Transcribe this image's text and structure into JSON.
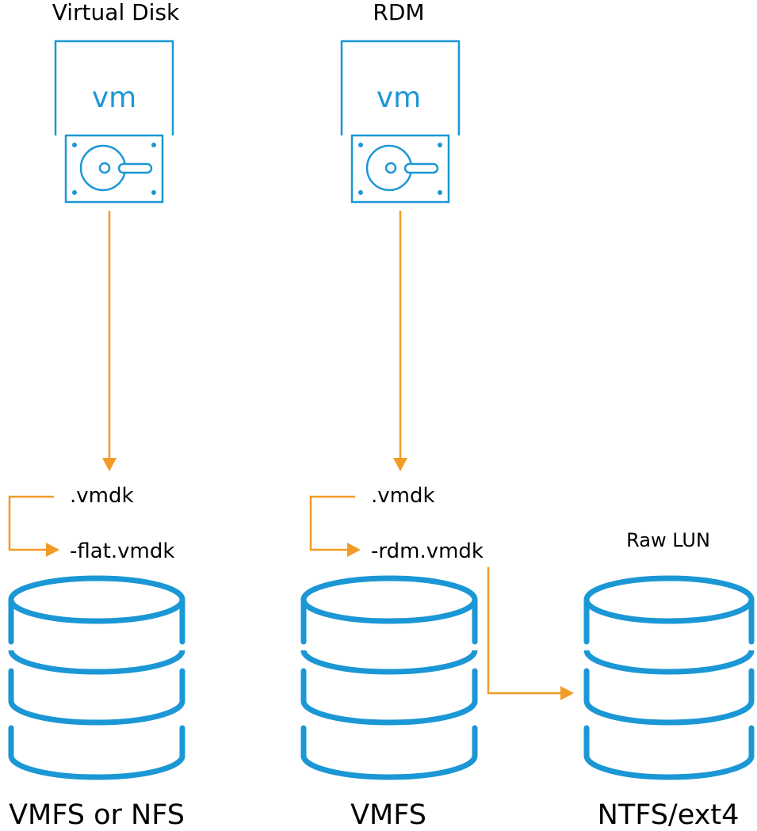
{
  "columns": {
    "virtual_disk": {
      "title": "Virtual Disk",
      "vm_label": "vm",
      "descriptor_file": ".vmdk",
      "data_file": "-flat.vmdk",
      "datastore_label": "VMFS or NFS"
    },
    "rdm": {
      "title": "RDM",
      "vm_label": "vm",
      "descriptor_file": ".vmdk",
      "mapping_file": "-rdm.vmdk",
      "datastore_label": "VMFS"
    },
    "raw_lun": {
      "title": "Raw LUN",
      "datastore_label": "NTFS/ext4"
    }
  },
  "colors": {
    "blue": "#1b97d5",
    "orange": "#f29b26",
    "text": "#000000"
  },
  "icons": {
    "vm": "vm-box-icon",
    "disk": "hard-disk-icon",
    "storage": "database-cylinder-icon",
    "arrow": "arrow-icon"
  }
}
